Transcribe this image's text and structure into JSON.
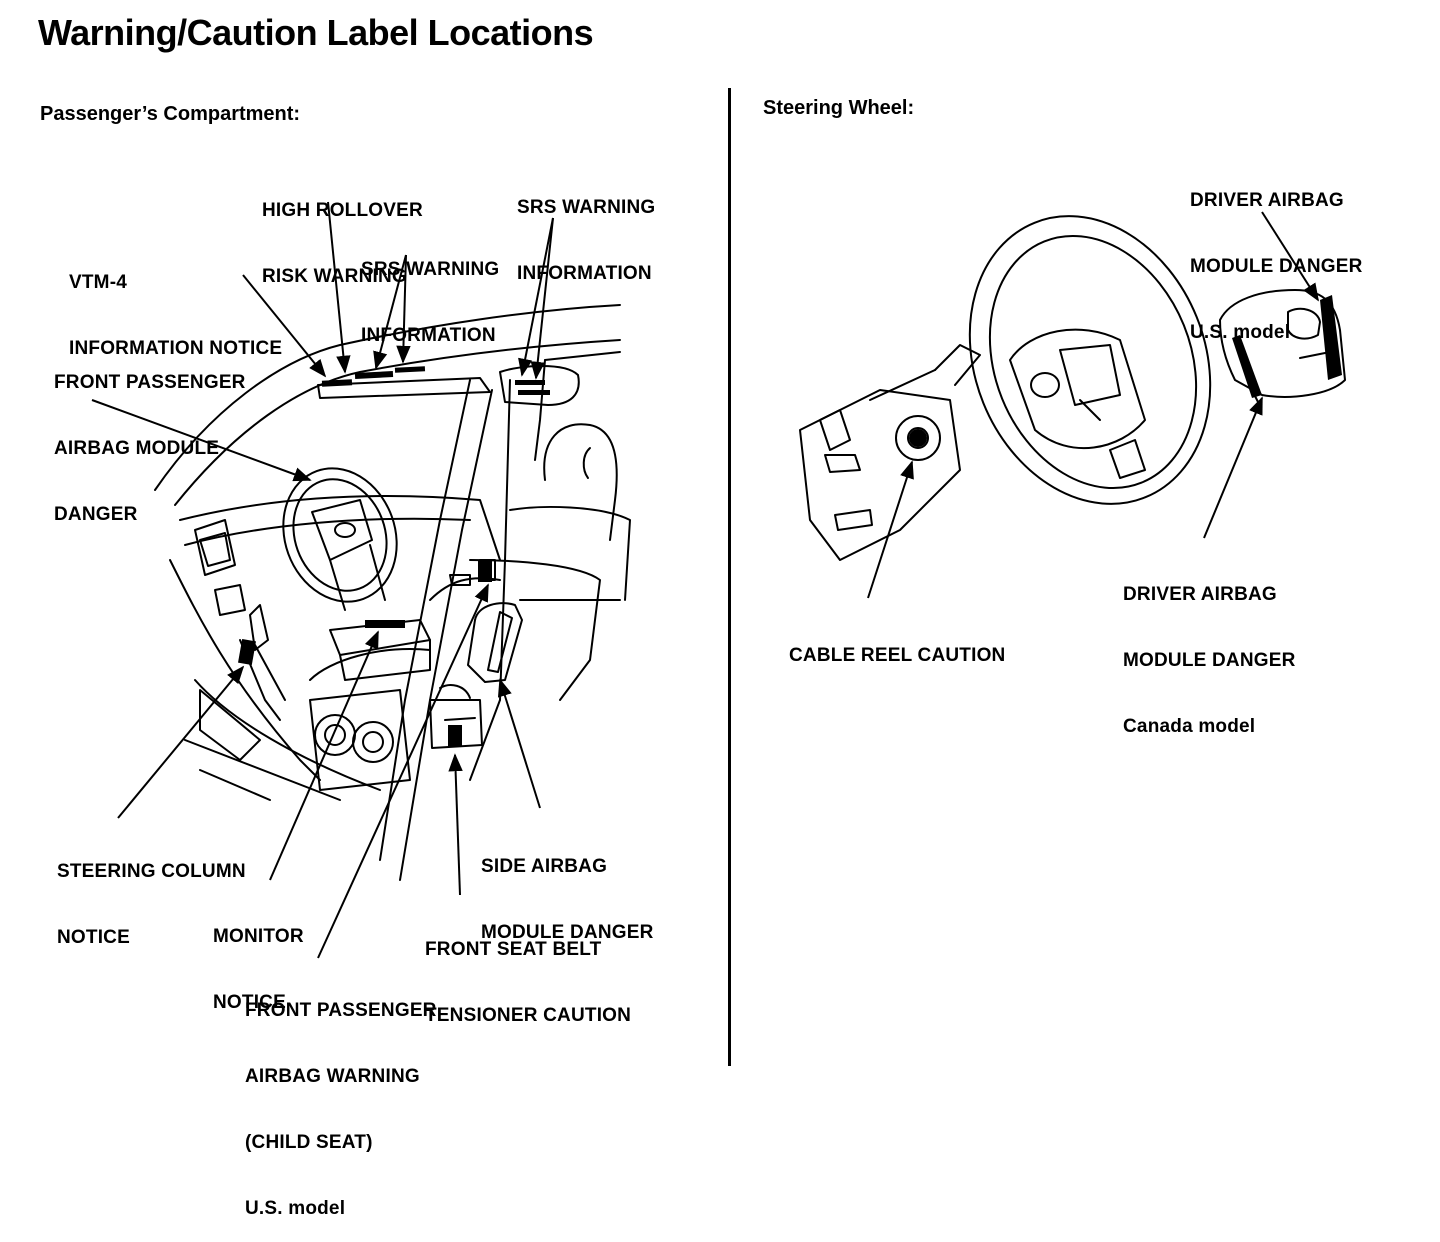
{
  "title": "Warning/Caution Label Locations",
  "sections": {
    "left": "Passenger’s Compartment:",
    "right": "Steering Wheel:"
  },
  "labels": {
    "high_rollover": [
      "HIGH ROLLOVER",
      "RISK WARNING"
    ],
    "srs_warning_top": [
      "SRS WARNING",
      "INFORMATION"
    ],
    "srs_warning_mid": [
      "SRS WARNING",
      "INFORMATION"
    ],
    "vtm4": [
      "VTM-4",
      "INFORMATION NOTICE"
    ],
    "front_passenger_danger": [
      "FRONT PASSENGER",
      "AIRBAG MODULE",
      "DANGER"
    ],
    "steering_column": [
      "STEERING COLUMN",
      "NOTICE"
    ],
    "monitor": [
      "MONITOR",
      "NOTICE"
    ],
    "side_airbag": [
      "SIDE AIRBAG",
      "MODULE DANGER"
    ],
    "seat_belt": [
      "FRONT SEAT BELT",
      "TENSIONER CAUTION"
    ],
    "child_seat": [
      "FRONT PASSENGER",
      "AIRBAG WARNING",
      "(CHILD SEAT)",
      "U.S. model"
    ],
    "driver_us": [
      "DRIVER AIRBAG",
      "MODULE DANGER",
      "U.S. model"
    ],
    "driver_canada": [
      "DRIVER AIRBAG",
      "MODULE DANGER",
      "Canada model"
    ],
    "cable_reel": [
      "CABLE REEL CAUTION"
    ]
  }
}
